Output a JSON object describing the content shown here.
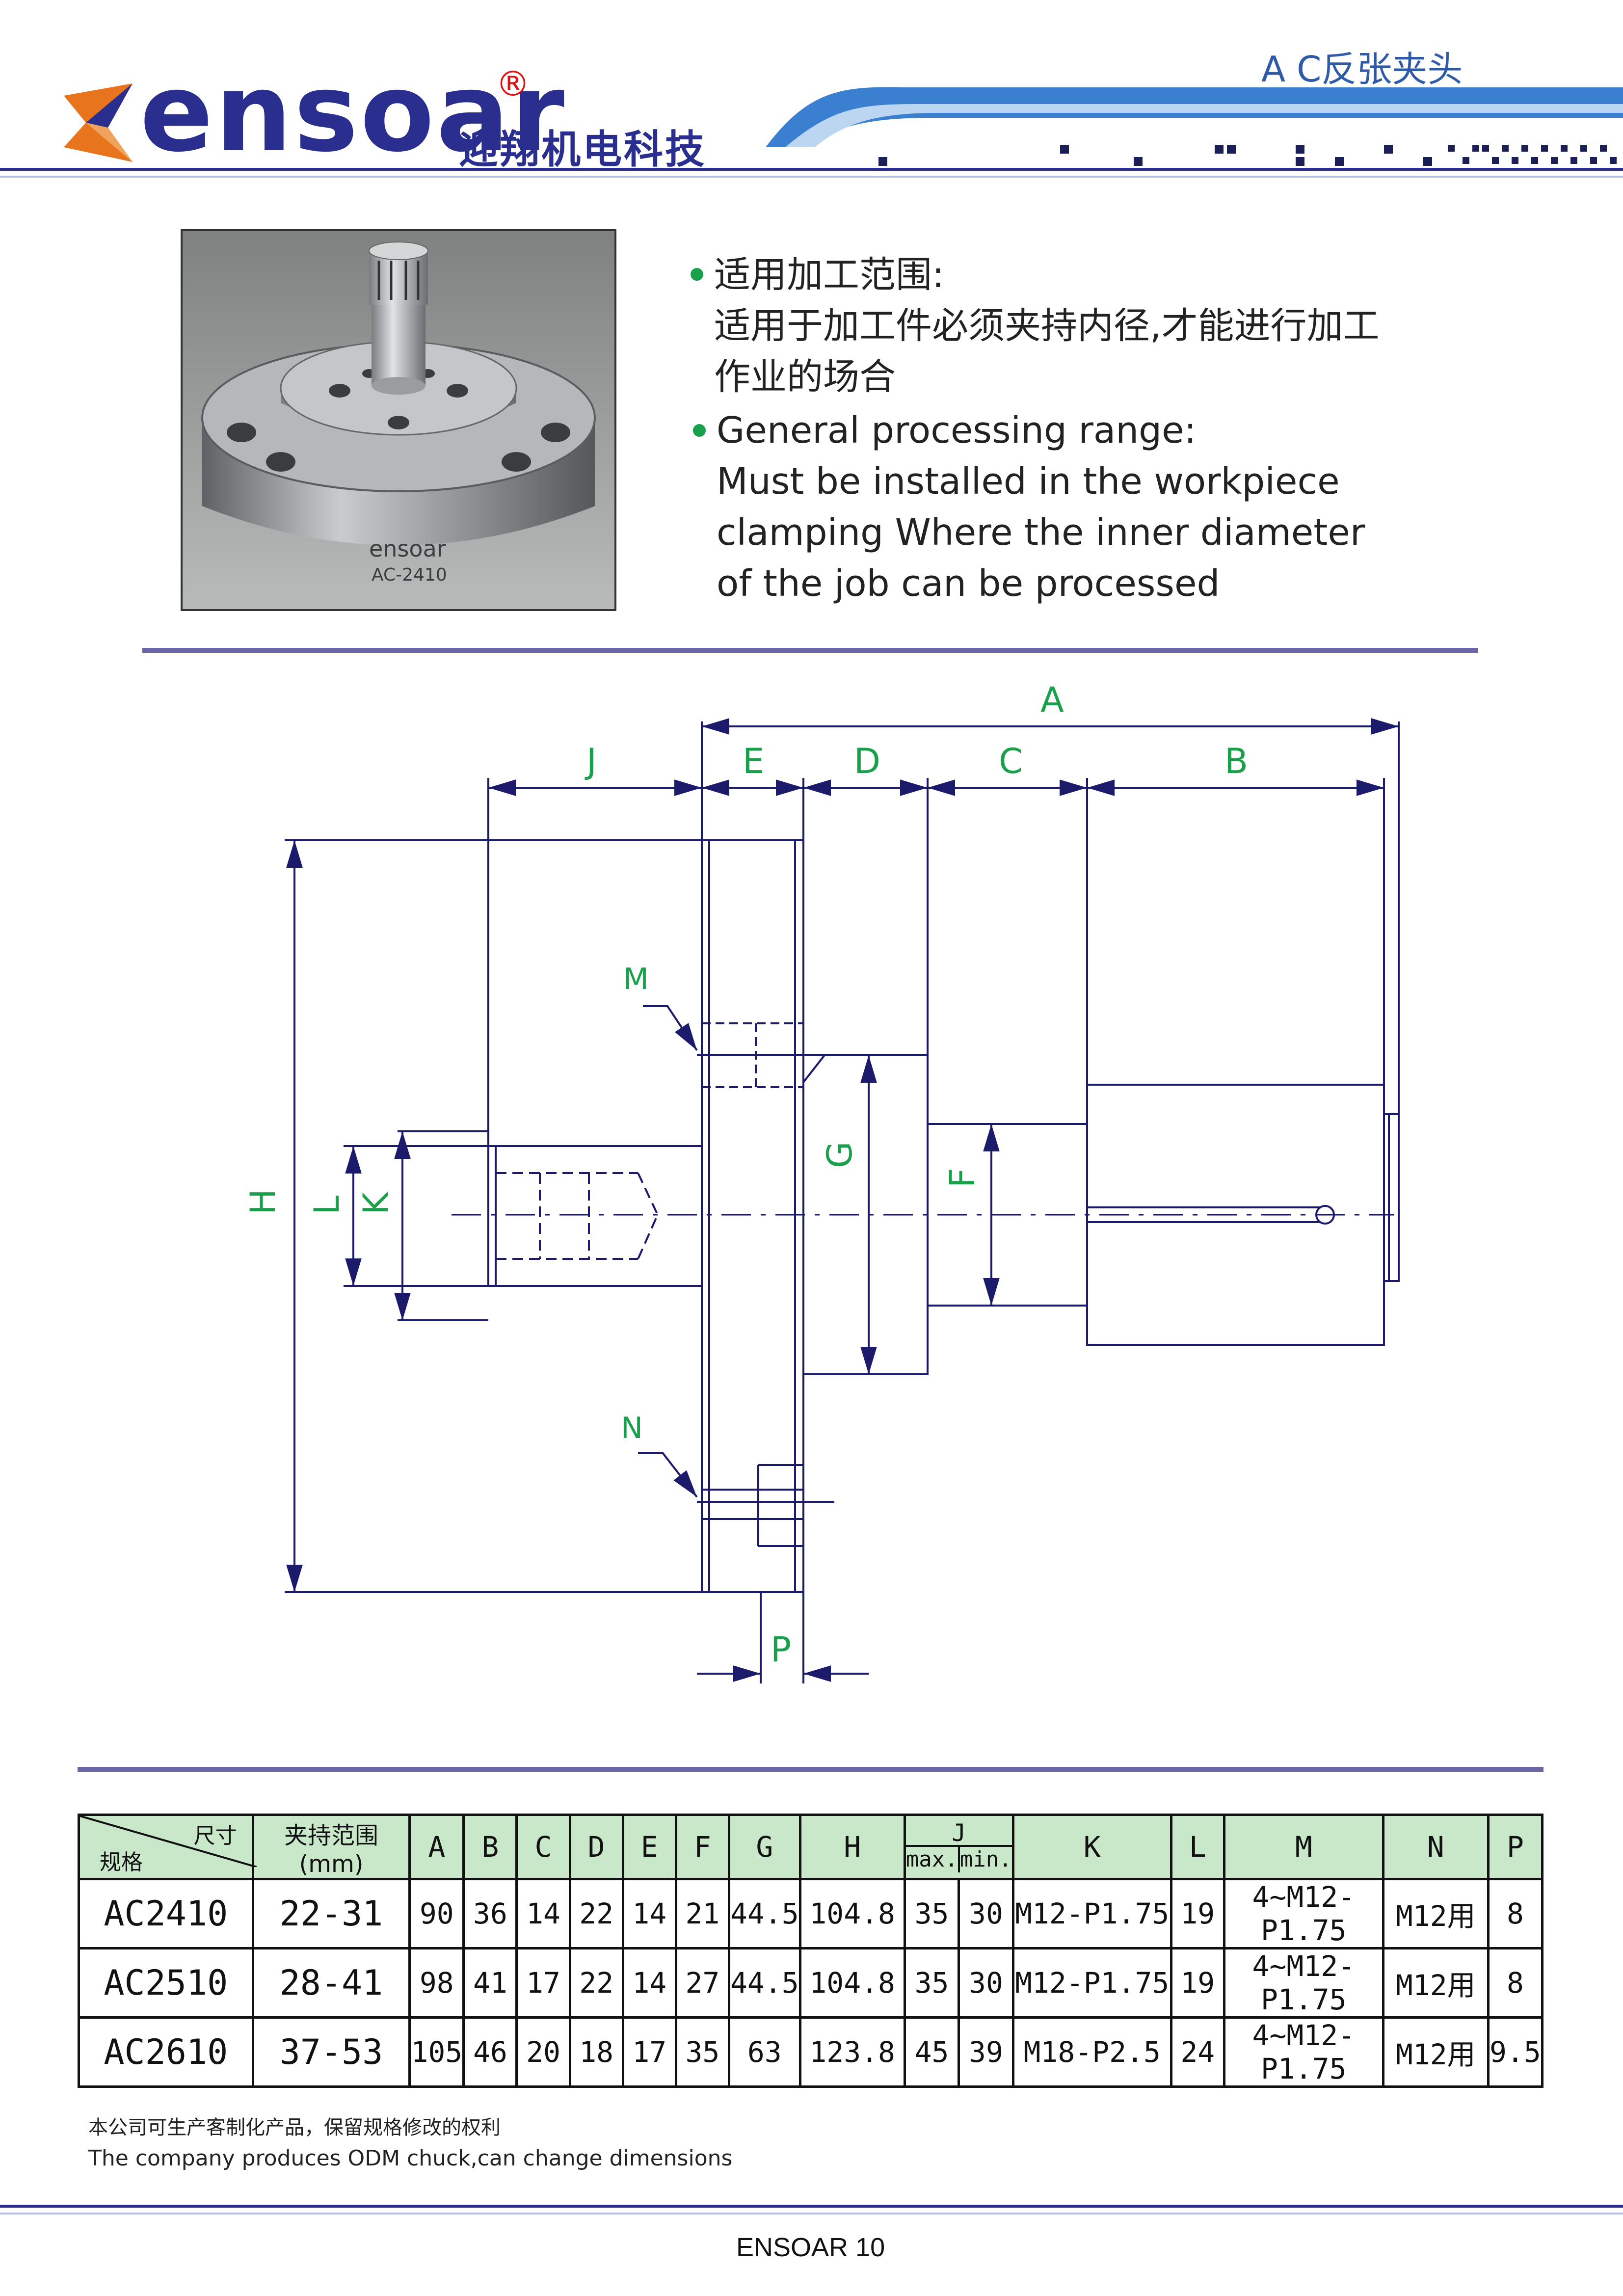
{
  "header": {
    "brand": "ensoar",
    "registered_mark": "®",
    "company_cn": "迎翔机电科技",
    "doc_title": "A C反张夹头",
    "colors": {
      "brand_blue": "#2a2f8f",
      "accent_orange": "#e8741e",
      "title_blue": "#2f5aa8"
    }
  },
  "photo": {
    "engraved_brand": "ensoar",
    "engraved_model": "AC-2410"
  },
  "description": {
    "cn_heading": "适用加工范围:",
    "cn_line1": "适用于加工件必须夹持内径,才能进行加工",
    "cn_line2": "作业的场合",
    "en_heading": "General processing range:",
    "en_line1": "Must be installed in the workpiece",
    "en_line2": "clamping Where the inner diameter",
    "en_line3": "of the job can be processed"
  },
  "drawing": {
    "labels": {
      "A": "A",
      "B": "B",
      "C": "C",
      "D": "D",
      "E": "E",
      "F": "F",
      "G": "G",
      "H": "H",
      "J": "J",
      "K": "K",
      "L": "L",
      "M": "M",
      "N": "N",
      "P": "P"
    },
    "label_color": "#18a04a",
    "line_color": "#1c1a6b"
  },
  "table": {
    "corner_top": "尺寸",
    "corner_bottom": "规格",
    "clamp_range": "夹持范围(mm)",
    "headers": [
      "A",
      "B",
      "C",
      "D",
      "E",
      "F",
      "G",
      "H"
    ],
    "j_header": "J",
    "j_max": "max.",
    "j_min": "min.",
    "headers_tail": [
      "K",
      "L",
      "M",
      "N",
      "P"
    ],
    "rows": [
      [
        "AC2410",
        "22-31",
        "90",
        "36",
        "14",
        "22",
        "14",
        "21",
        "44.5",
        "104.8",
        "35",
        "30",
        "M12-P1.75",
        "19",
        "4~M12-P1.75",
        "M12用",
        "8"
      ],
      [
        "AC2510",
        "28-41",
        "98",
        "41",
        "17",
        "22",
        "14",
        "27",
        "44.5",
        "104.8",
        "35",
        "30",
        "M12-P1.75",
        "19",
        "4~M12-P1.75",
        "M12用",
        "8"
      ],
      [
        "AC2610",
        "37-53",
        "105",
        "46",
        "20",
        "18",
        "17",
        "35",
        "63",
        "123.8",
        "45",
        "39",
        "M18-P2.5",
        "24",
        "4~M12-P1.75",
        "M12用",
        "9.5"
      ]
    ],
    "header_bg": "#c9e7c9"
  },
  "footnote": {
    "cn": "本公司可生产客制化产品，保留规格修改的权利",
    "en": "The company produces ODM chuck,can change dimensions"
  },
  "footer": {
    "text": "ENSOAR  10"
  }
}
